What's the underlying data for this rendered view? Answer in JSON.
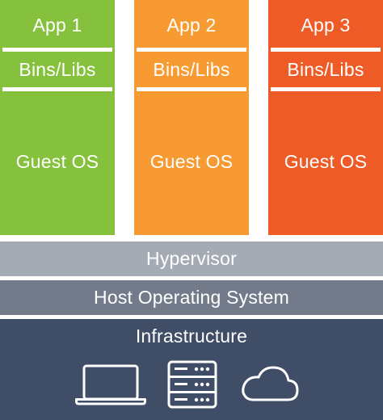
{
  "vms": [
    {
      "app": "App 1",
      "bins": "Bins/Libs",
      "os": "Guest OS",
      "color": "#86c13e"
    },
    {
      "app": "App 2",
      "bins": "Bins/Libs",
      "os": "Guest OS",
      "color": "#f89a32"
    },
    {
      "app": "App 3",
      "bins": "Bins/Libs",
      "os": "Guest OS",
      "color": "#ee5b26"
    }
  ],
  "layers": {
    "hypervisor": {
      "label": "Hypervisor",
      "color": "#a5abb5"
    },
    "host_os": {
      "label": "Host Operating System",
      "color": "#737b8b"
    },
    "infrastructure": {
      "label": "Infrastructure",
      "color": "#3f4d66"
    }
  },
  "icons": [
    "laptop-icon",
    "server-icon",
    "cloud-icon"
  ]
}
